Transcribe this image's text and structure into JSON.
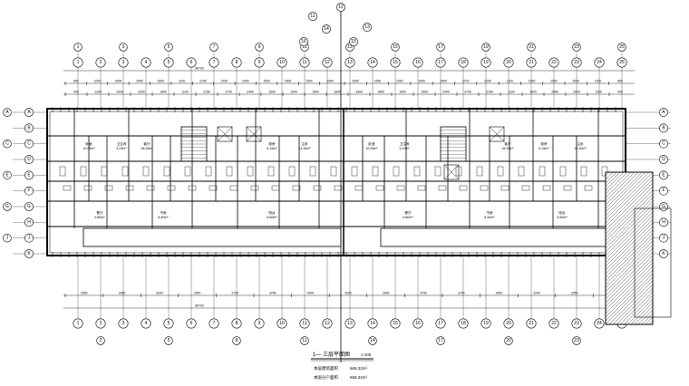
{
  "title": {
    "code": "1—",
    "name": "三层平面图",
    "scale": "1:100",
    "area_lines": [
      {
        "label": "本层建筑面积",
        "value": "669.32m²"
      },
      {
        "label": "本层分户面积",
        "value": "669.32m²"
      }
    ]
  },
  "top_axes": [
    "1",
    "2",
    "3",
    "4",
    "5",
    "6",
    "7",
    "8",
    "9",
    "10",
    "11",
    "12",
    "13",
    "14",
    "15",
    "16",
    "17",
    "18",
    "19",
    "20",
    "21",
    "22",
    "23",
    "24",
    "25"
  ],
  "bottom_axes": [
    "1",
    "2",
    "3",
    "4",
    "5",
    "6",
    "7",
    "8",
    "9",
    "10",
    "11",
    "12",
    "13",
    "14",
    "15",
    "16",
    "17",
    "18",
    "19",
    "20",
    "21",
    "22",
    "23",
    "24",
    "25"
  ],
  "left_axes": [
    "A",
    "B",
    "C",
    "D",
    "E",
    "F",
    "G",
    "H",
    "J",
    "K"
  ],
  "right_axes": [
    "A",
    "B",
    "C",
    "D",
    "E",
    "F",
    "G",
    "H",
    "J",
    "K"
  ],
  "top_dims_row1": [
    "900",
    "1200",
    "2000",
    "2050",
    "1500",
    "1100",
    "2150",
    "2700",
    "2400",
    "1500",
    "1900",
    "1500",
    "3300"
  ],
  "top_dims_row2": [
    "3300",
    "1500",
    "1900",
    "1500",
    "2400",
    "2700",
    "2150",
    "1100",
    "1500",
    "2050",
    "2000",
    "1200",
    "900"
  ],
  "bottom_dims": [
    "3350",
    "2250",
    "3200",
    "2900",
    "2700",
    "3750",
    "4200",
    "3200",
    "2900",
    "3750",
    "2700",
    "2900",
    "3200",
    "2250",
    "3350"
  ],
  "overall_dim_top": "56700",
  "overall_dim_bottom": "56700",
  "rooms": [
    {
      "name": "卧室",
      "area": "10.05m²"
    },
    {
      "name": "卫生间",
      "area": "4.23m²"
    },
    {
      "name": "客厅",
      "area": "18.20m²"
    },
    {
      "name": "厨房",
      "area": "6.15m²"
    },
    {
      "name": "主卧",
      "area": "14.30m²"
    },
    {
      "name": "餐厅",
      "area": "9.80m²"
    },
    {
      "name": "书房",
      "area": "8.40m²"
    },
    {
      "name": "阳台",
      "area": "5.60m²"
    }
  ]
}
